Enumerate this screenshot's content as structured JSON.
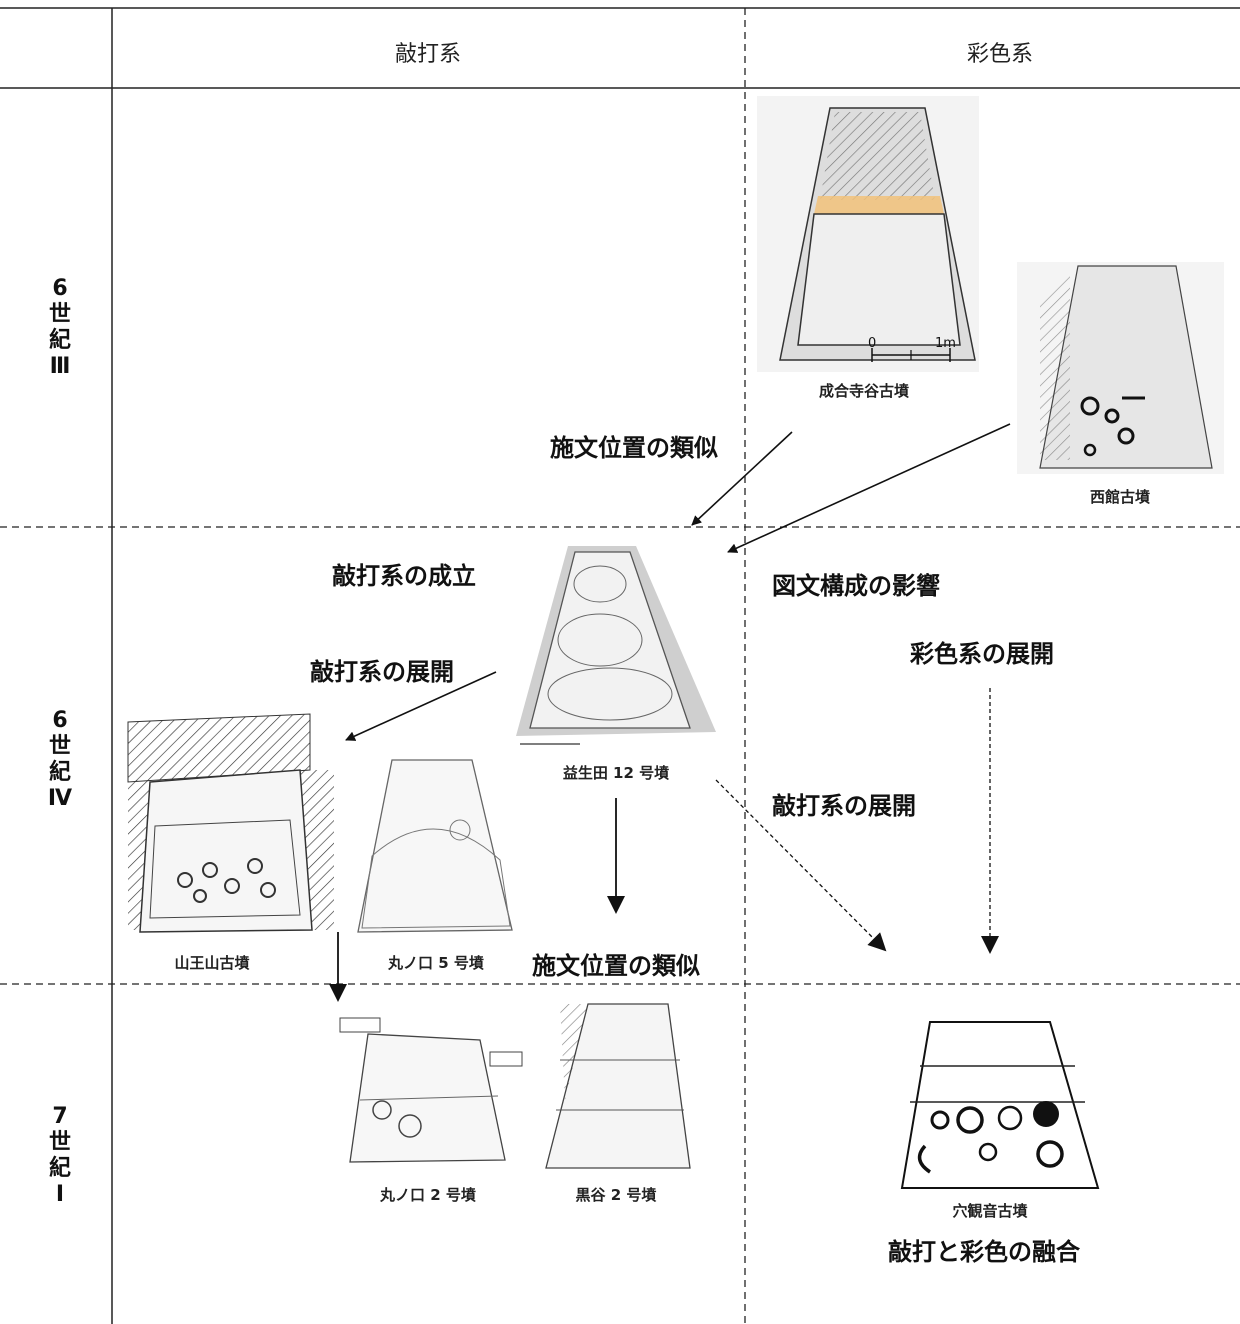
{
  "header": {
    "col1": "敲打系",
    "col2": "彩色系"
  },
  "periods": [
    {
      "l1": "6",
      "l2": "世",
      "l3": "紀",
      "l4": "Ⅲ"
    },
    {
      "l1": "6",
      "l2": "世",
      "l3": "紀",
      "l4": "Ⅳ"
    },
    {
      "l1": "7",
      "l2": "世",
      "l3": "紀",
      "l4": "Ⅰ"
    }
  ],
  "tombs": {
    "narijidani": "成合寺谷古墳",
    "nishidate": "西館古墳",
    "masuda12": "益生田 12 号墳",
    "sannosan": "山王山古墳",
    "marunokuchi5": "丸ノ口 5 号墳",
    "marunokuchi2": "丸ノ口 2 号墳",
    "kurotani2": "黒谷 2 号墳",
    "anakannon": "穴観音古墳"
  },
  "scale_bar": {
    "zero": "0",
    "one": "1m"
  },
  "annotations": {
    "similar_position_1": "施文位置の類似",
    "origin_kouda": "敲打系の成立",
    "composition_influence": "図文構成の影響",
    "kouda_expansion_1": "敲打系の展開",
    "saishoku_expansion": "彩色系の展開",
    "kouda_expansion_2": "敲打系の展開",
    "similar_position_2": "施文位置の類似",
    "fusion": "敲打と彩色の融合"
  }
}
